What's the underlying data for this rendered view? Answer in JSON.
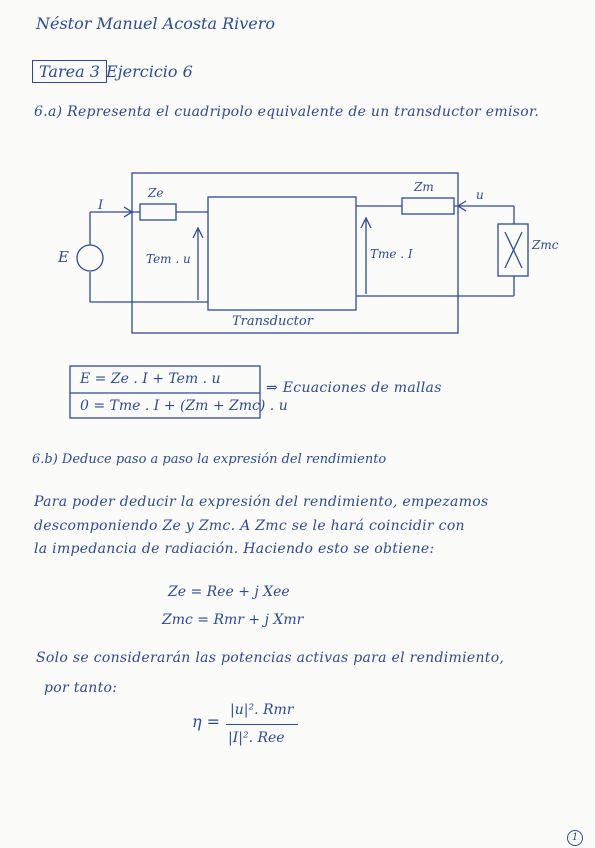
{
  "header": {
    "author": "Néstor Manuel Acosta Rivero",
    "tag": "Tarea 3",
    "exercise": "Ejercicio 6"
  },
  "part_a": {
    "heading": "6.a) Representa el cuadripolo equivalente de un transductor emisor."
  },
  "circuit": {
    "labels": {
      "ze": "Ze",
      "zm": "Zm",
      "current": "I",
      "velocity": "u",
      "source": "E",
      "tem": "Tem . u",
      "tme": "Tme . I",
      "zmc": "Zmc",
      "transductor": "Transductor"
    }
  },
  "mesh_equations": {
    "eq1": "E = Ze . I + Tem . u",
    "eq2": "0 = Tme . I + (Zm + Zmc) . u",
    "note": "⇒ Ecuaciones de mallas"
  },
  "part_b": {
    "heading": "6.b) Deduce paso a paso la expresión del rendimiento",
    "paragraph_lines": [
      "Para poder deducir la expresión del rendimiento, empezamos",
      "descomponiendo Ze y Zmc. A Zmc se le hará coincidir con",
      "la impedancia de radiación. Haciendo esto se obtiene:"
    ],
    "eq_ze": "Ze = Ree + j Xee",
    "eq_zmc": "Zmc = Rmr + j Xmr",
    "conclusion_lines": [
      "Solo se considerarán las potencias activas para el rendimiento,",
      "por tanto:"
    ],
    "efficiency": {
      "symbol": "η =",
      "numerator": "|u|². Rmr",
      "denominator": "|I|². Ree"
    }
  },
  "footer": {
    "page_number": "1"
  }
}
